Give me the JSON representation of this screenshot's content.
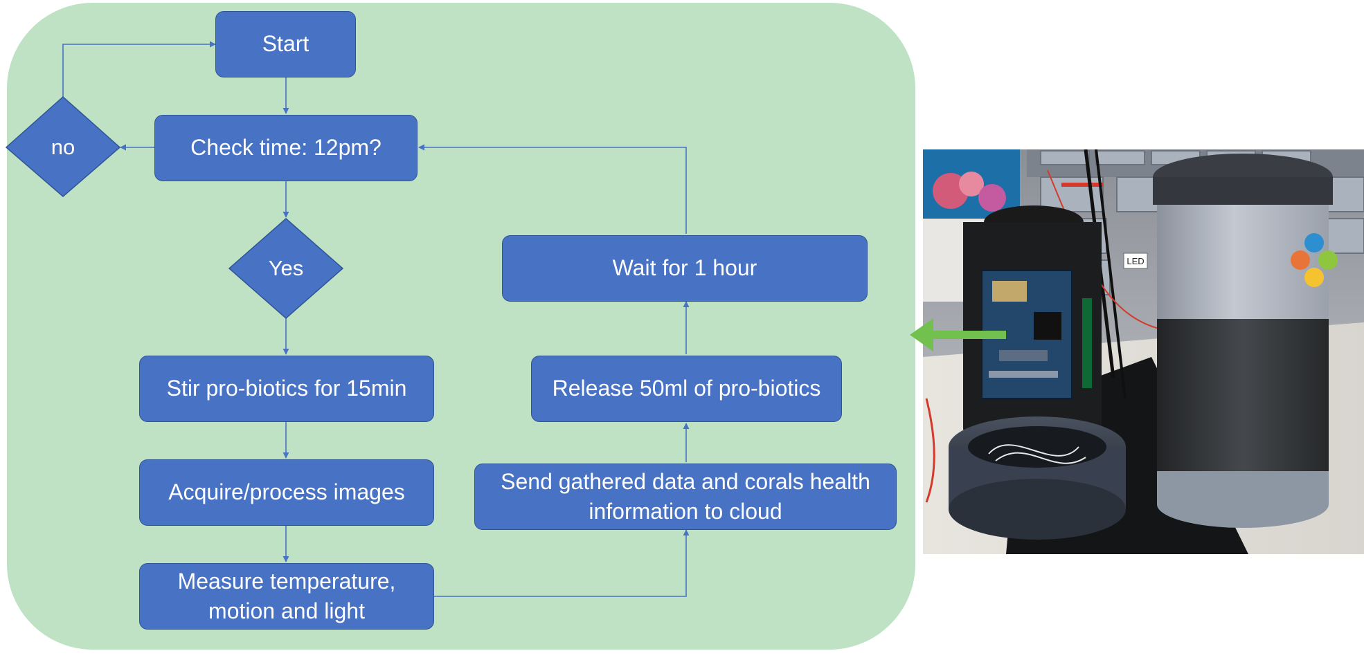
{
  "colors": {
    "panel": "#bee2c3",
    "box_fill": "#4872c4",
    "box_border": "#2f5597",
    "connector": "#4872c4",
    "pointer_arrow": "#72c04e",
    "text": "#ffffff"
  },
  "flowchart": {
    "start": "Start",
    "check_time": "Check time: 12pm?",
    "no": "no",
    "yes": "Yes",
    "stir": "Stir pro-biotics for 15min",
    "acquire": "Acquire/process images",
    "measure": "Measure temperature, motion and light",
    "send": "Send gathered data and corals health information to cloud",
    "release": "Release 50ml of pro-biotics",
    "wait": "Wait for 1 hour"
  },
  "photo": {
    "label_led": "LED"
  }
}
